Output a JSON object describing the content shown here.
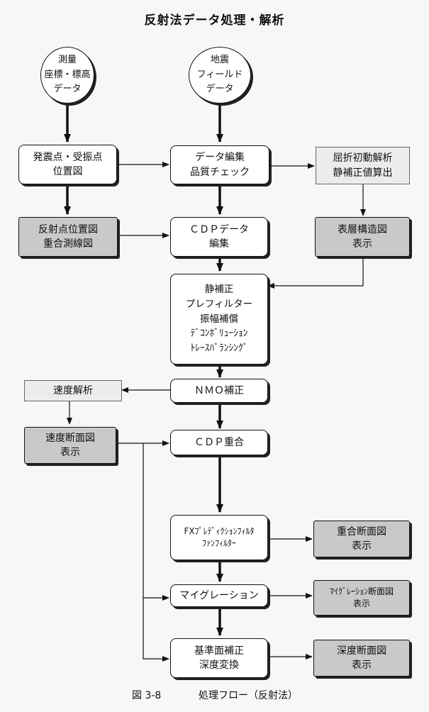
{
  "title": "反射法データ処理・解析",
  "nodes": {
    "survey": [
      "測量",
      "座標・標高",
      "データ"
    ],
    "seismic": [
      "地震",
      "フィールド",
      "データ"
    ],
    "position_map": [
      "発震点・受振点",
      "位置図"
    ],
    "data_edit": [
      "データ編集",
      "品質チェック"
    ],
    "refraction": [
      "屈折初動解析",
      "静補正値算出"
    ],
    "reflection_map": [
      "反射点位置図",
      "重合測線図"
    ],
    "cdp_edit": [
      "ＣＤＰデータ",
      "編集"
    ],
    "surface_display": [
      "表層構造図",
      "表示"
    ],
    "processing": [
      "静補正",
      "プレフィルター",
      "振幅補償",
      "ﾃﾞｺﾝﾎﾞﾘｭｰｼｮﾝ",
      "ﾄﾚｰｽﾊﾞﾗﾝｼﾝｸﾞ"
    ],
    "velocity_analysis": [
      "速度解析"
    ],
    "nmo": [
      "ＮＭＯ補正"
    ],
    "velocity_display": [
      "速度断面図",
      "表示"
    ],
    "cdp_stack": [
      "ＣＤＰ重合"
    ],
    "fx_filter": [
      "FXﾌﾟﾚﾃﾞｨｸｼｮﾝﾌｨﾙﾀ",
      "ﾌｧﾝﾌｨﾙﾀｰ"
    ],
    "stack_display": [
      "重合断面図",
      "表示"
    ],
    "migration": [
      "マイグレーション"
    ],
    "migration_display": [
      "ﾏｲｸﾞﾚｰｼｮﾝ断面図",
      "表示"
    ],
    "datum": [
      "基準面補正",
      "深度変換"
    ],
    "depth_display": [
      "深度断面図",
      "表示"
    ]
  },
  "caption": {
    "figure": "図 3-8",
    "text": "処理フロー（反射法）"
  }
}
